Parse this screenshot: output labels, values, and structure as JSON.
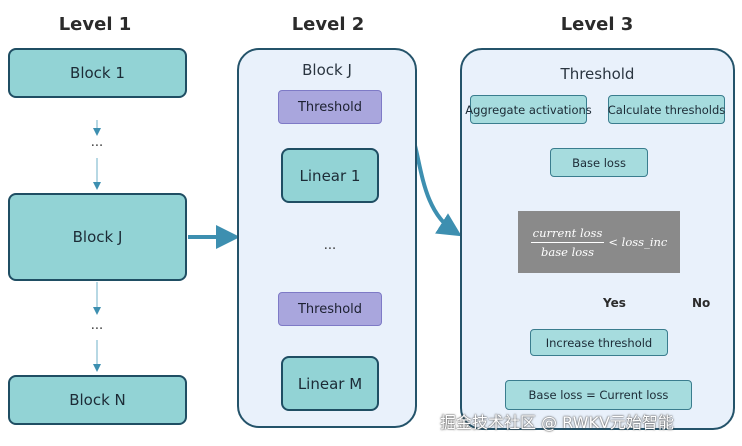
{
  "headers": {
    "level1": "Level 1",
    "level2": "Level 2",
    "level3": "Level 3"
  },
  "level1": {
    "block_1": "Block 1",
    "dots_1": "...",
    "block_j": "Block J",
    "dots_2": "...",
    "block_n": "Block N"
  },
  "level2": {
    "title": "Block J",
    "threshold_1": "Threshold",
    "linear_1": "Linear 1",
    "dots": "...",
    "threshold_2": "Threshold",
    "linear_m": "Linear M"
  },
  "level3": {
    "title": "Threshold",
    "aggregate": "Aggregate activations",
    "calculate": "Calculate thresholds",
    "base_loss": "Base loss",
    "cond_num": "current loss",
    "cond_den": "base loss",
    "cond_rhs": "< loss_inc",
    "yes": "Yes",
    "no": "No",
    "increase": "Increase threshold",
    "update": "Base loss = Current loss"
  },
  "watermark": "掘金技术社区 @ RWKV元始智能",
  "colors": {
    "teal_block": "#92d3d5",
    "teal_border": "#1f4e63",
    "panel_bg": "#e9f1fb",
    "threshold_purple": "#a9a6dd",
    "arrow": "#3d8fb0",
    "condition_gray": "#8a8a8a"
  }
}
